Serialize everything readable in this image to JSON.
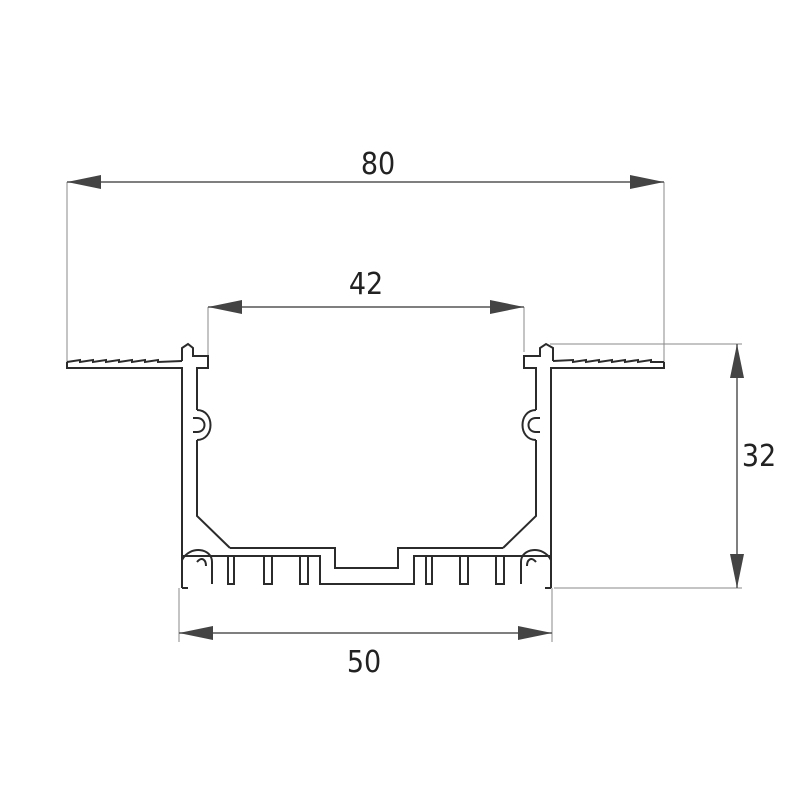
{
  "dimensions": {
    "overall_width": "80",
    "inner_width": "42",
    "base_width": "50",
    "height": "32"
  },
  "colors": {
    "profile_stroke": "#2b2b2b",
    "dimension_line": "#555555",
    "arrow_fill": "#444444",
    "text": "#222222"
  }
}
